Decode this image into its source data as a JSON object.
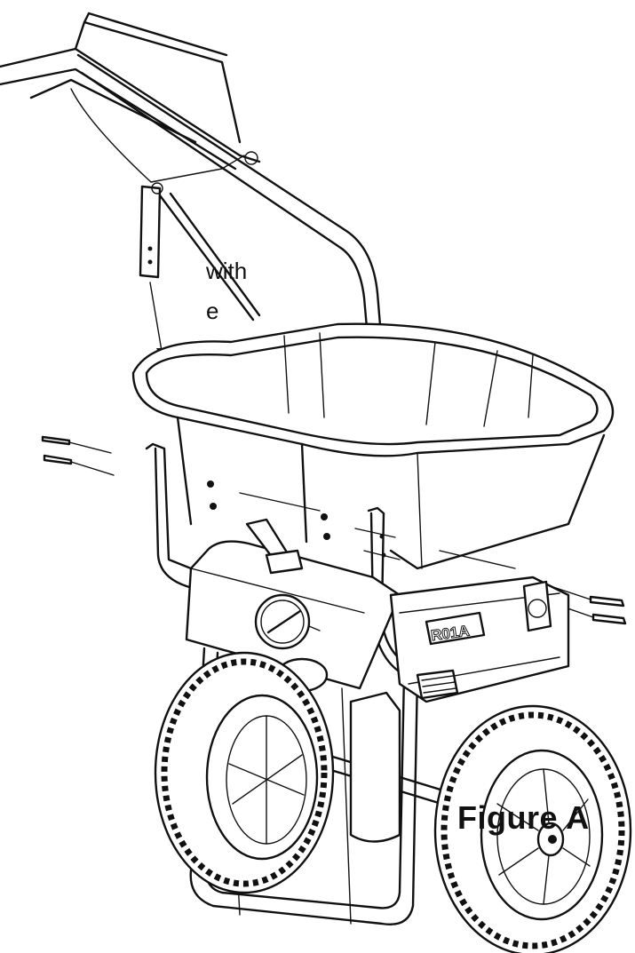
{
  "instruction_fragment": {
    "line1": "with",
    "line2": "e"
  },
  "figure_label": "Figure A",
  "model_plate_text": "R01A"
}
